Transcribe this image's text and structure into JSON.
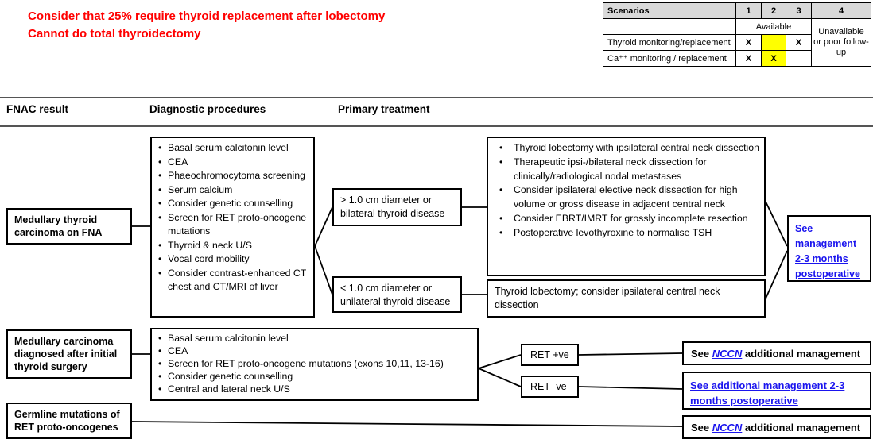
{
  "colors": {
    "note-red": "#ff0000",
    "link-blue": "#1a14ee",
    "header-bg": "#d9d9d9",
    "highlight-yellow": "#ffff00",
    "rule-gray": "#555555"
  },
  "note": {
    "line1": "Consider that 25% require thyroid replacement after lobectomy",
    "line2": "Cannot do total thyroidectomy"
  },
  "scenarios_table": {
    "title": "Scenarios",
    "cols": [
      "1",
      "2",
      "3",
      "4"
    ],
    "available_label": "Available",
    "unavailable_label": "Unavailable or poor follow-up",
    "rows": [
      {
        "label": "Thyroid monitoring/replacement",
        "cells": [
          "X",
          "",
          "X"
        ]
      },
      {
        "label": "Ca⁺⁺ monitoring / replacement",
        "cells": [
          "X",
          "X",
          ""
        ]
      }
    ]
  },
  "column_headers": {
    "fnac": "FNAC result",
    "diagnostic": "Diagnostic procedures",
    "treatment": "Primary treatment"
  },
  "flow": {
    "fna": {
      "label": "Medullary thyroid carcinoma on FNA"
    },
    "diagnostics1": {
      "items": [
        "Basal serum calcitonin level",
        "CEA",
        "Phaeochromocytoma screening",
        "Serum  calcium",
        "Consider genetic counselling",
        "Screen for RET proto-oncogene mutations",
        "Thyroid & neck U/S",
        "Vocal cord mobility",
        "Consider contrast-enhanced CT chest and CT/MRI of liver"
      ]
    },
    "gt1cm": {
      "label": "> 1.0 cm diameter or bilateral thyroid disease"
    },
    "lt1cm": {
      "label": "< 1.0 cm diameter or unilateral thyroid disease"
    },
    "treatment_major": {
      "items": [
        "Thyroid lobectomy  with ipsilateral central neck dissection",
        "Therapeutic ipsi-/bilateral neck dissection for clinically/radiological nodal metastases",
        "Consider ipsilateral elective neck dissection for high volume  or gross disease in adjacent central neck",
        "Consider EBRT/IMRT for grossly incomplete resection",
        "Postoperative levothyroxine to normalise TSH"
      ]
    },
    "treatment_minor": {
      "label": "Thyroid lobectomy;  consider ipsilateral central neck dissection"
    },
    "see_management": {
      "label": "See management 2-3 months postoperative"
    },
    "post_surgery": {
      "label": "Medullary carcinoma diagnosed after initial thyroid surgery"
    },
    "diagnostics2": {
      "items": [
        "Basal serum calcitonin level",
        "CEA",
        "Screen for RET proto-oncogene mutations (exons 10,11, 13-16)",
        "Consider genetic counselling",
        "Central and lateral neck U/S"
      ]
    },
    "ret_pos": {
      "label": "RET +ve"
    },
    "ret_neg": {
      "label": "RET -ve"
    },
    "nccn1": {
      "pre": "See ",
      "link": "NCCN",
      "post": " additional  management"
    },
    "see_additional": {
      "label": "See additional management 2-3 months postoperative"
    },
    "germline": {
      "label": "Germline mutations of RET proto-oncogenes"
    },
    "nccn2": {
      "pre": "See ",
      "link": "NCCN",
      "post": " additional  management"
    }
  }
}
